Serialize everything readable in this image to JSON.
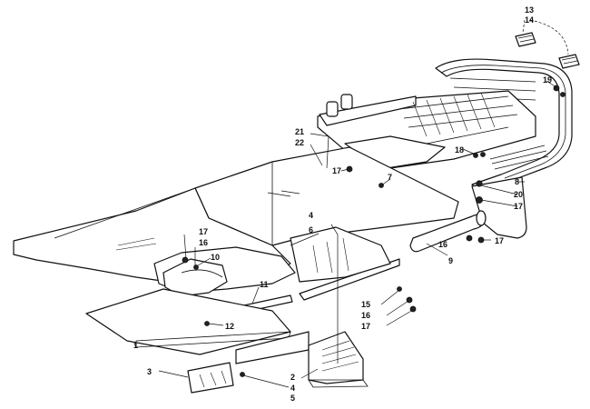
{
  "callouts": [
    {
      "id": "c1",
      "text": "1"
    },
    {
      "id": "c2",
      "text": "2"
    },
    {
      "id": "c3",
      "text": "3"
    },
    {
      "id": "c4a",
      "text": "4"
    },
    {
      "id": "c4b",
      "text": "4"
    },
    {
      "id": "c5",
      "text": "5"
    },
    {
      "id": "c6",
      "text": "6"
    },
    {
      "id": "c7",
      "text": "7"
    },
    {
      "id": "c8",
      "text": "8"
    },
    {
      "id": "c9",
      "text": "9"
    },
    {
      "id": "c10",
      "text": "10"
    },
    {
      "id": "c11",
      "text": "11"
    },
    {
      "id": "c12",
      "text": "12"
    },
    {
      "id": "c13",
      "text": "13"
    },
    {
      "id": "c14",
      "text": "14"
    },
    {
      "id": "c15",
      "text": "15"
    },
    {
      "id": "c16a",
      "text": "16"
    },
    {
      "id": "c16b",
      "text": "16"
    },
    {
      "id": "c16c",
      "text": "16"
    },
    {
      "id": "c17a",
      "text": "17"
    },
    {
      "id": "c17b",
      "text": "17"
    },
    {
      "id": "c17c",
      "text": "17"
    },
    {
      "id": "c17d",
      "text": "17"
    },
    {
      "id": "c17e",
      "text": "17"
    },
    {
      "id": "c18",
      "text": "18"
    },
    {
      "id": "c19",
      "text": "19"
    },
    {
      "id": "c20",
      "text": "20"
    },
    {
      "id": "c21",
      "text": "21"
    },
    {
      "id": "c22",
      "text": "22"
    }
  ]
}
